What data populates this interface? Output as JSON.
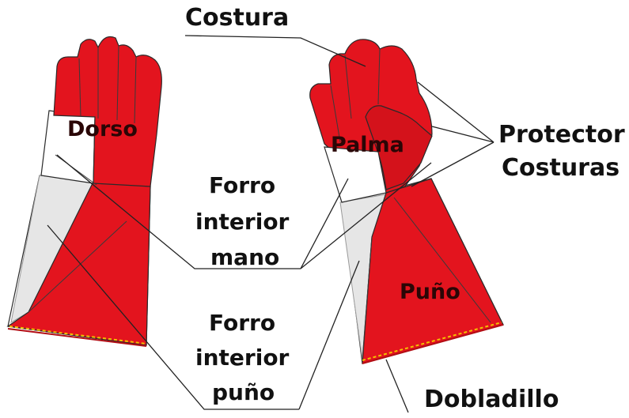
{
  "labels": {
    "costura": "Costura",
    "dorso": "Dorso",
    "palma": "Palma",
    "protector_line1": "Protector",
    "protector_line2": "Costuras",
    "forro_mano_line1": "Forro",
    "forro_mano_line2": "interior",
    "forro_mano_line3": "mano",
    "forro_puno_line1": "Forro",
    "forro_puno_line2": "interior",
    "forro_puno_line3": "puño",
    "puno": "Puño",
    "dobladillo": "Dobladillo"
  },
  "colors": {
    "leather_red": "#e3141e",
    "leather_dark": "#b30d14",
    "lining_grey": "#e6e6e6",
    "hem_stitch": "#f2c200",
    "outline": "#2a2a2a"
  }
}
